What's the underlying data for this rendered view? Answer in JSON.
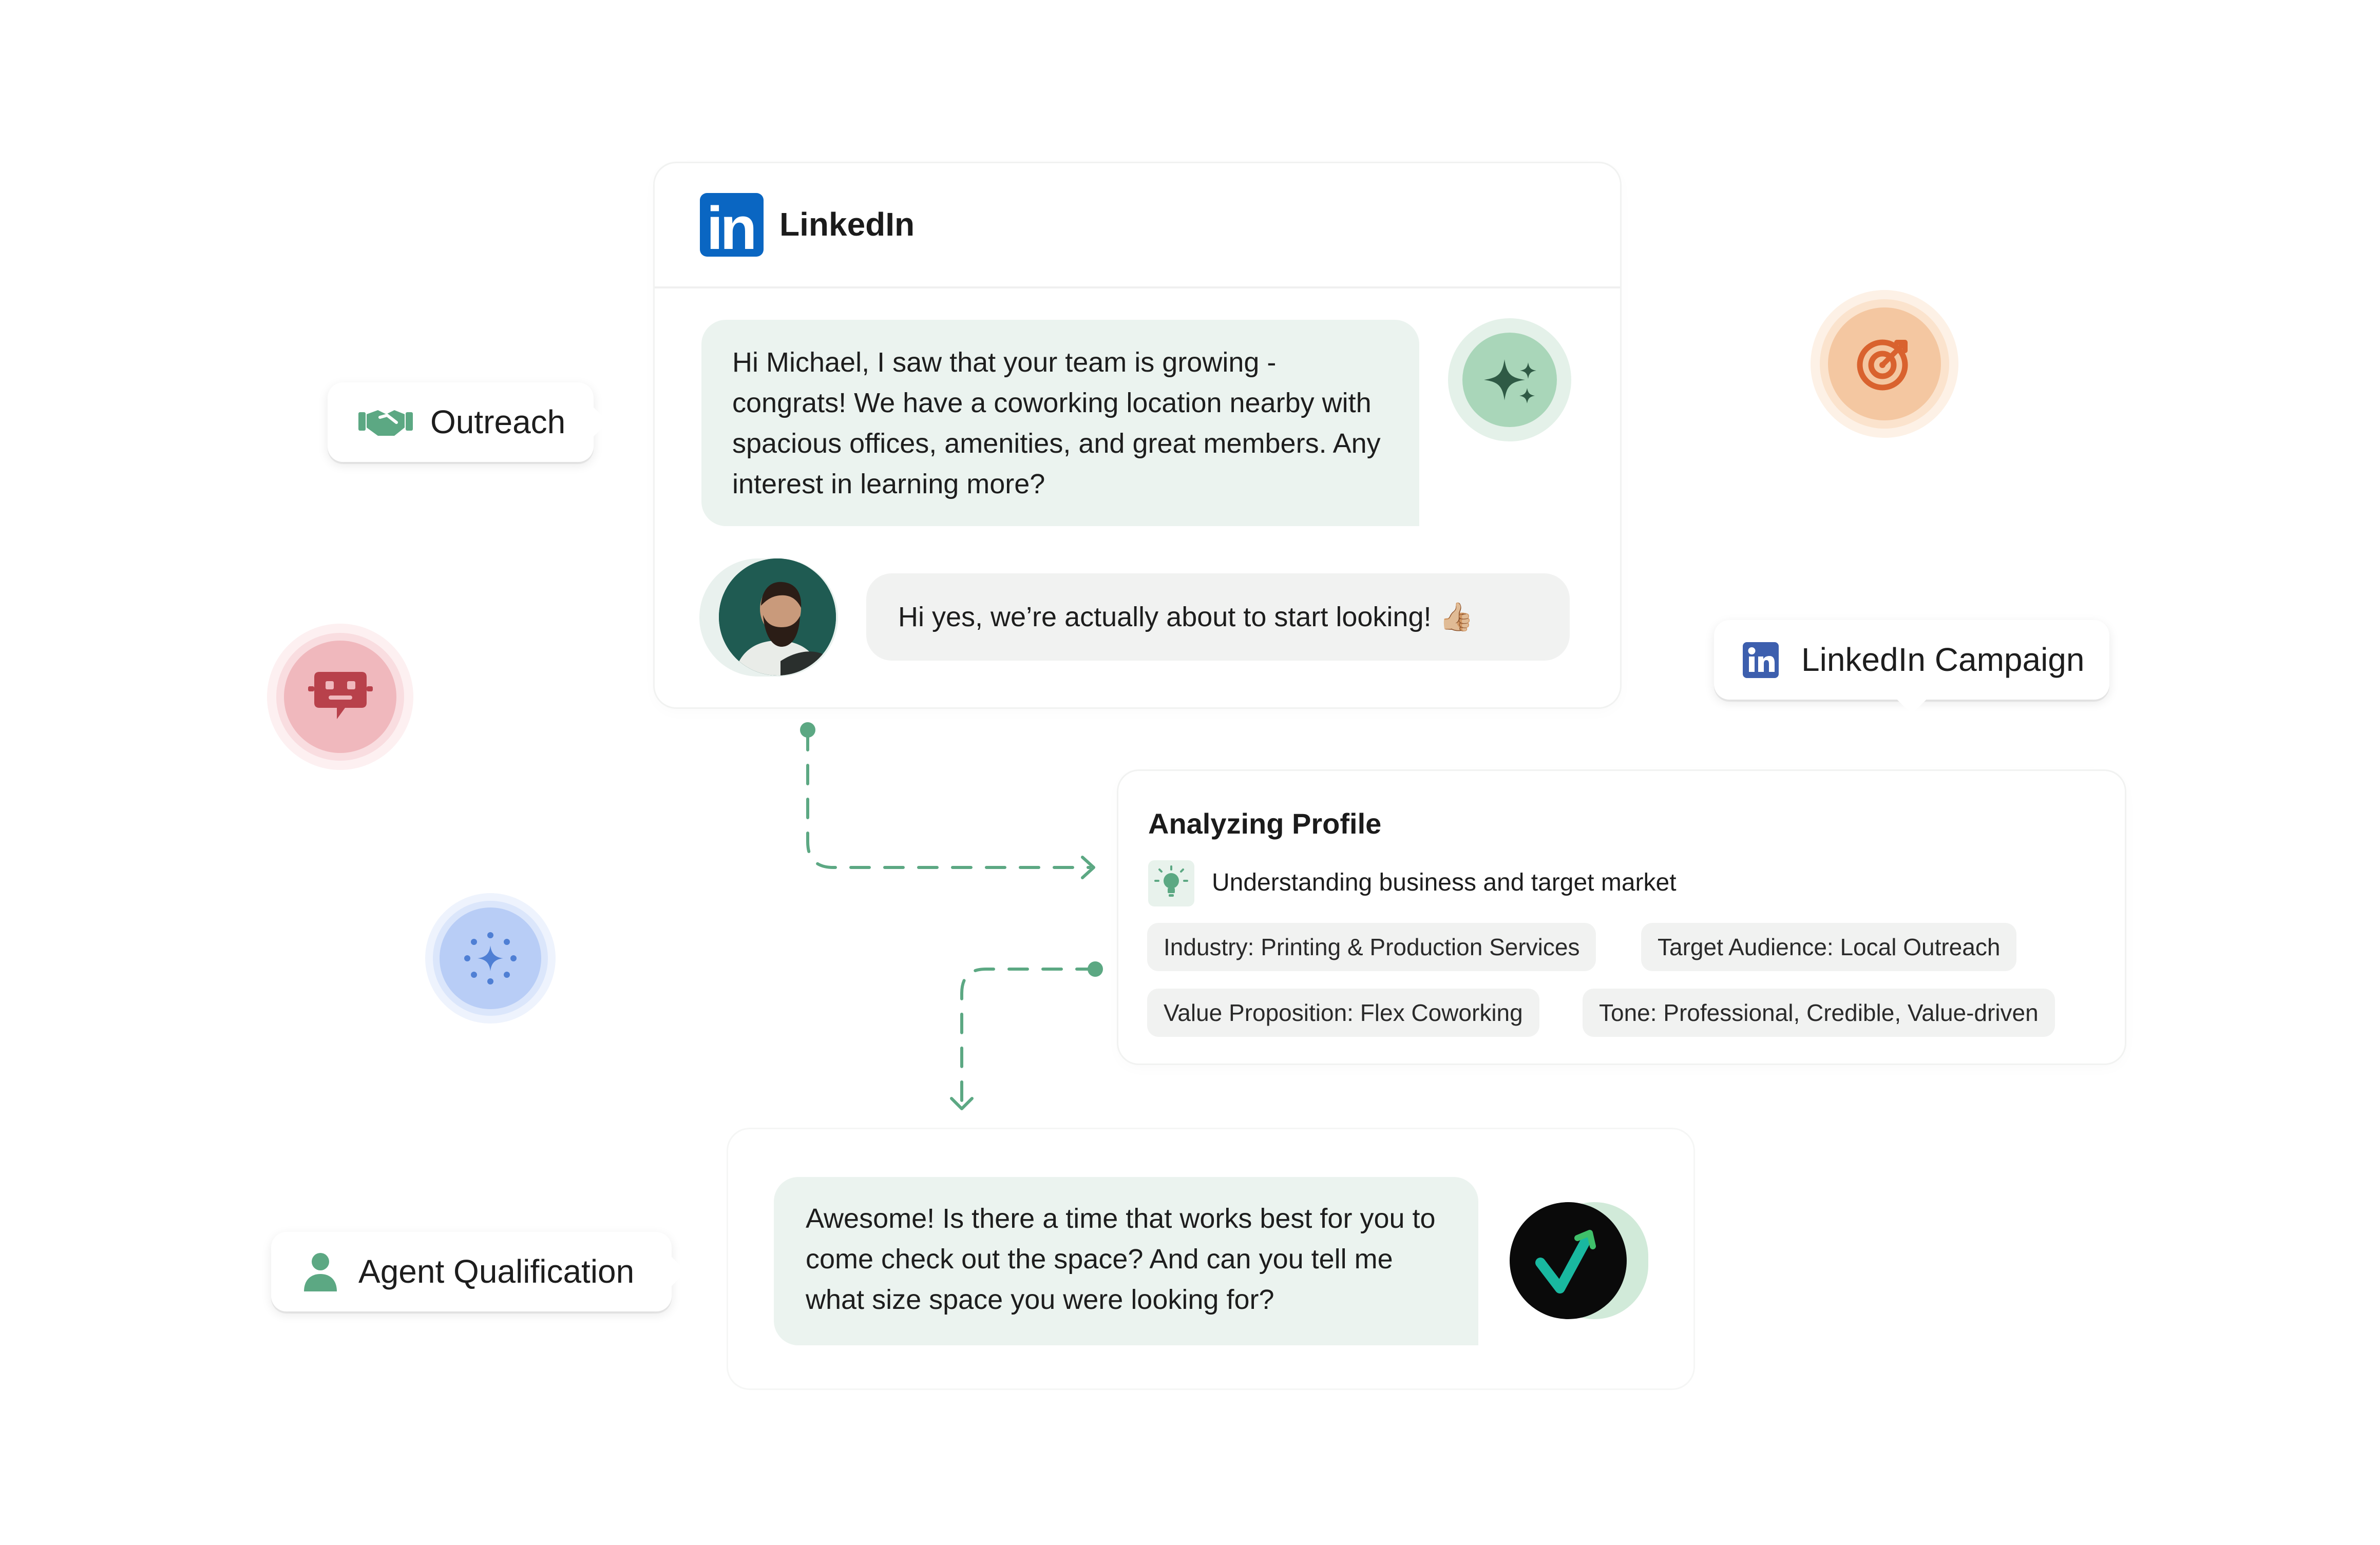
{
  "linkedin_card": {
    "logo_text": "in",
    "title": "LinkedIn",
    "outgoing_message": "Hi Michael, I saw that your team is growing - congrats! We have a coworking location nearby with spacious offices, amenities, and great members. Any interest in learning more?",
    "reply_message": "Hi yes, we’re actually about to start looking! 👍🏼"
  },
  "tags": {
    "outreach": "Outreach",
    "linkedin_campaign": "LinkedIn Campaign",
    "agent_qualification": "Agent Qualification"
  },
  "analyzing": {
    "title": "Analyzing Profile",
    "subtitle": "Understanding business and target market",
    "chips": [
      "Industry: Printing & Production Services",
      "Target Audience: Local Outreach",
      "Value Proposition: Flex Coworking",
      "Tone: Professional, Credible, Value-driven"
    ]
  },
  "agent_message": "Awesome! Is there a time that works best for you to come check out the space? And can you tell me what size space you were looking for?",
  "colors": {
    "accent_green": "#5ca883",
    "bubble_green": "#ebf3ef",
    "linkedin_blue": "#0a66c2",
    "campaign_blue": "#3d5fae",
    "orange": "#d9622e",
    "red": "#b8414b",
    "blue_orb": "#4f7fd4"
  },
  "icons": [
    "handshake-icon",
    "sparkles-icon",
    "target-icon",
    "chat-bot-icon",
    "sparkle-dots-icon",
    "lightbulb-icon",
    "person-icon",
    "check-icon",
    "linkedin-logo-icon"
  ]
}
